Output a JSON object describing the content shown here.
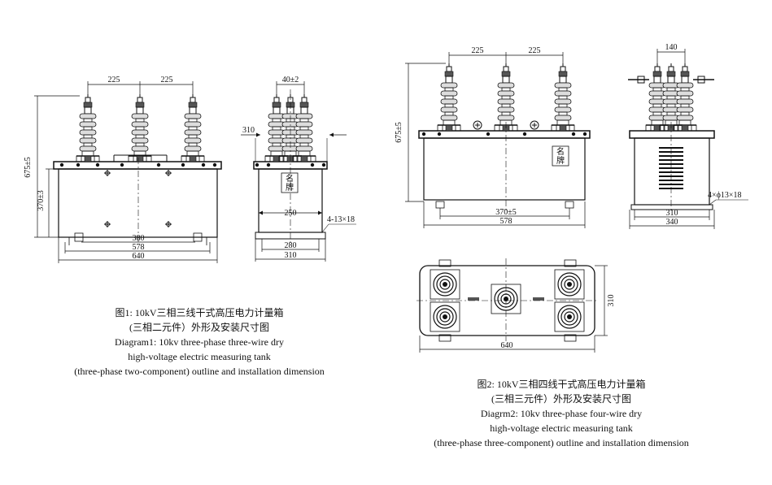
{
  "figure1": {
    "front": {
      "top_pitch_1": "225",
      "top_pitch_2": "225",
      "height_total": "675±5",
      "height_body": "370±3",
      "bottom_380": "380",
      "bottom_578": "578",
      "bottom_640": "640"
    },
    "side": {
      "top_spacing": "40±2",
      "left_ref": "310",
      "inner_250": "250",
      "holes": "4-13×18",
      "bottom_280": "280",
      "bottom_310": "310",
      "nameplate_1": "名",
      "nameplate_2": "牌"
    },
    "caption": {
      "line1": "图1: 10kV三相三线干式高压电力计量箱",
      "line2": "(三相二元件）外形及安装尺寸图",
      "line3": "Diagram1: 10kv three-phase three-wire dry",
      "line4": "high-voltage electric measuring tank",
      "line5": "(three-phase two-component)  outline and installation dimension"
    }
  },
  "figure2": {
    "front": {
      "top_pitch_1": "225",
      "top_pitch_2": "225",
      "height_total": "675±5",
      "bottom_370": "370±5",
      "bottom_578": "578",
      "nameplate_1": "名",
      "nameplate_2": "牌"
    },
    "side": {
      "top_140": "140",
      "holes": "4×ϕ13×18",
      "bottom_310": "310",
      "bottom_340": "340"
    },
    "plan": {
      "width": "640",
      "depth": "310"
    },
    "caption": {
      "line1": "图2: 10kV三相四线干式高压电力计量箱",
      "line2": "(三相三元件）外形及安装尺寸图",
      "line3": "Diagrm2: 10kv three-phase four-wire dry",
      "line4": "high-voltage electric measuring tank",
      "line5": "(three-phase three-component)  outline and installation dimension"
    }
  }
}
